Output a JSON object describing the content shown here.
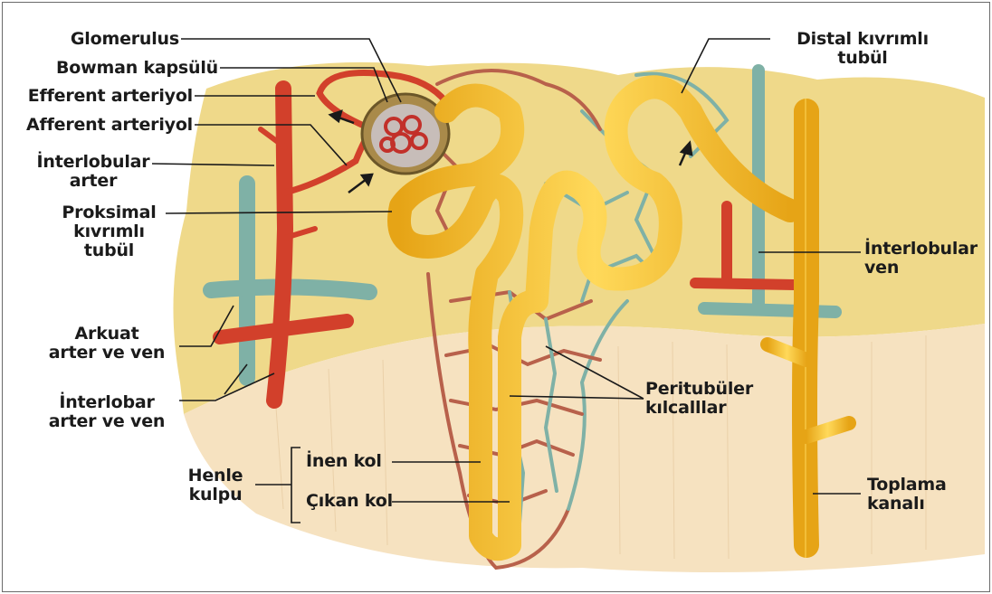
{
  "labels": {
    "glomerulus": "Glomerulus",
    "bowman": "Bowman kapsülü",
    "efferent": "Efferent arteriyol",
    "afferent": "Afferent arteriyol",
    "interlobular_arter": [
      "İnterlobular",
      "arter"
    ],
    "proksimal": [
      "Proksimal",
      "kıvrımlı",
      "tubül"
    ],
    "arkuat": [
      "Arkuat",
      "arter ve ven"
    ],
    "interlobar": [
      "İnterlobar",
      "arter ve ven"
    ],
    "henle": [
      "Henle",
      "kulpu"
    ],
    "inen_kol": "İnen kol",
    "cikan_kol": "Çıkan kol",
    "distal": [
      "Distal kıvrımlı",
      "tubül"
    ],
    "interlobular_ven": [
      "İnterlobular",
      "ven"
    ],
    "peritubuler": [
      "Peritubüler",
      "kılcalllar"
    ],
    "toplama": [
      "Toplama",
      "kanalı"
    ]
  },
  "colors": {
    "artery": "#d2402b",
    "vein": "#7fb1a6",
    "tubule": "#f2bf2a",
    "cortex": "#efd98a",
    "medulla": "#f6e2c0",
    "capillary": "#b8614b"
  }
}
